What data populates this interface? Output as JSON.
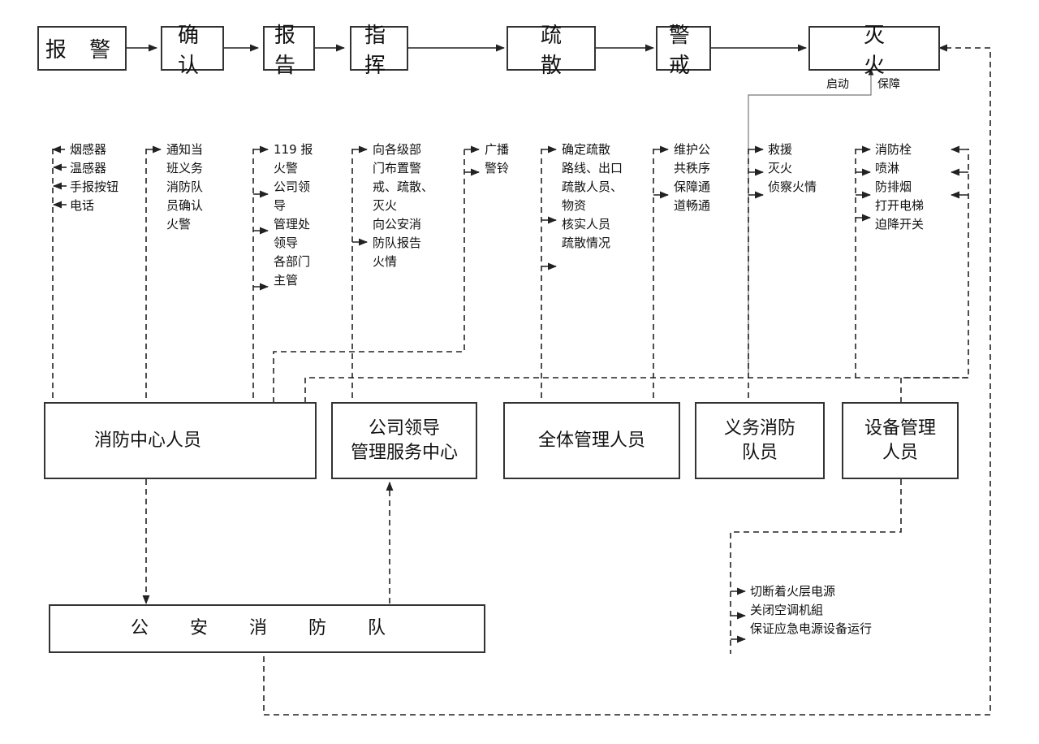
{
  "title": "火灾应急处理流程图",
  "flow_steps": [
    "报 警",
    "确 认",
    "报 告",
    "指 挥",
    "疏 散",
    "警 戒",
    "灭 火"
  ],
  "support_labels": {
    "start": "启动",
    "guarantee": "保障"
  },
  "roles": {
    "fire_center": "消防中心人员",
    "company_leader_line1": "公司领导",
    "company_leader_line2": "管理服务中心",
    "all_managers": "全体管理人员",
    "volunteer_line1": "义务消防",
    "volunteer_line2": "队员",
    "equipment_line1": "设备管理",
    "equipment_line2": "人员",
    "police_fire_brigade": "公 安 消 防 队"
  },
  "alarm_sources": [
    "烟感器",
    "温感器",
    "手报按钮",
    "电话"
  ],
  "confirm_text": [
    "通知当",
    "班义务",
    "消防队",
    "员确认",
    "火警"
  ],
  "report_text": [
    "119  报",
    "火警",
    "公司领",
    "导",
    "管理处",
    "领导",
    "各部门",
    "主管"
  ],
  "command_text": [
    "向各级部",
    "门布置警",
    "戒、疏散、",
    "灭火",
    "向公安消",
    "防队报告",
    "火情"
  ],
  "broadcast_text": [
    "广播",
    "警铃"
  ],
  "evacuate_text": [
    "确定疏散",
    "路线、出口",
    "疏散人员、",
    "物资",
    "核实人员",
    "疏散情况"
  ],
  "guard_text": [
    "维护公",
    "共秩序",
    "保障通",
    "道畅通"
  ],
  "volunteer_tasks": [
    "救援",
    "灭火",
    "侦察火情"
  ],
  "equipment_tasks": [
    "消防栓",
    "喷淋",
    "防排烟",
    "打开电梯",
    "迫降开关"
  ],
  "power_tasks": [
    "切断着火层电源",
    "关闭空调机組",
    "保证应急电源设备运行"
  ],
  "colors": {
    "line": "#222222",
    "border": "#333333",
    "background": "#ffffff"
  }
}
